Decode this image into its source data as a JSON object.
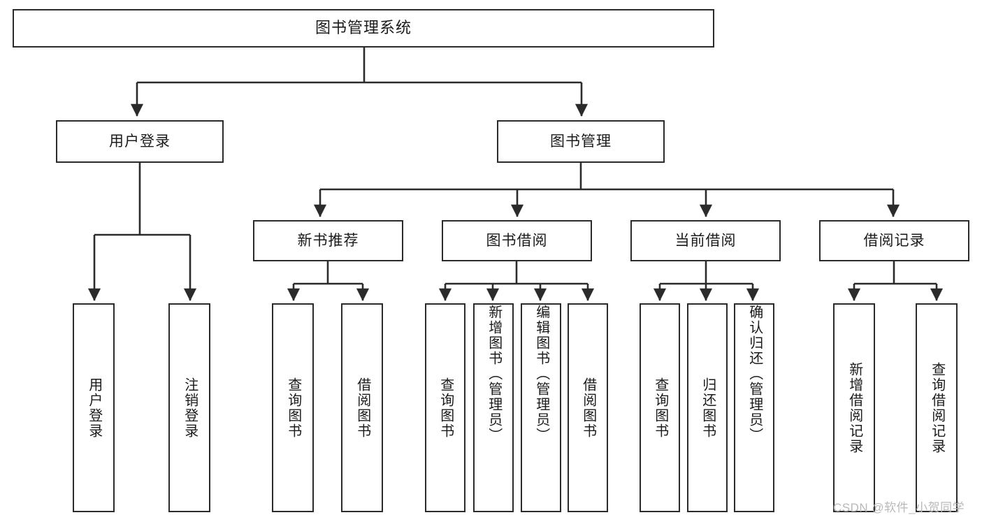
{
  "diagram": {
    "title": "图书管理系统",
    "type": "tree",
    "root": {
      "label": "图书管理系统",
      "orientation": "horizontal"
    },
    "level2": [
      {
        "label": "用户登录",
        "orientation": "horizontal"
      },
      {
        "label": "图书管理",
        "orientation": "horizontal"
      }
    ],
    "level3": [
      {
        "label": "新书推荐",
        "orientation": "horizontal"
      },
      {
        "label": "图书借阅",
        "orientation": "horizontal"
      },
      {
        "label": "当前借阅",
        "orientation": "horizontal"
      },
      {
        "label": "借阅记录",
        "orientation": "horizontal"
      }
    ],
    "leaves": {
      "user_login": [
        {
          "label": "用户登录",
          "orientation": "vertical"
        },
        {
          "label": "注销登录",
          "orientation": "vertical"
        }
      ],
      "new_book_recommend": [
        {
          "label": "查询图书",
          "orientation": "vertical"
        },
        {
          "label": "借阅图书",
          "orientation": "vertical"
        }
      ],
      "book_borrow": [
        {
          "label": "查询图书",
          "orientation": "vertical"
        },
        {
          "label": "新增图书（管理员）",
          "orientation": "vertical"
        },
        {
          "label": "编辑图书（管理员）",
          "orientation": "vertical"
        },
        {
          "label": "借阅图书",
          "orientation": "vertical"
        }
      ],
      "current_borrow": [
        {
          "label": "查询图书",
          "orientation": "vertical"
        },
        {
          "label": "归还图书",
          "orientation": "vertical"
        },
        {
          "label": "确认归还（管理员）",
          "orientation": "vertical"
        }
      ],
      "borrow_record": [
        {
          "label": "新增借阅记录",
          "orientation": "vertical"
        },
        {
          "label": "查询借阅记录",
          "orientation": "vertical"
        }
      ]
    },
    "watermark": "CSDN @软件_小贺同学",
    "colors": {
      "stroke": "#2b2b2b",
      "fill": "#ffffff",
      "text": "#1b1b1b",
      "watermark": "#b9b9b9"
    }
  }
}
